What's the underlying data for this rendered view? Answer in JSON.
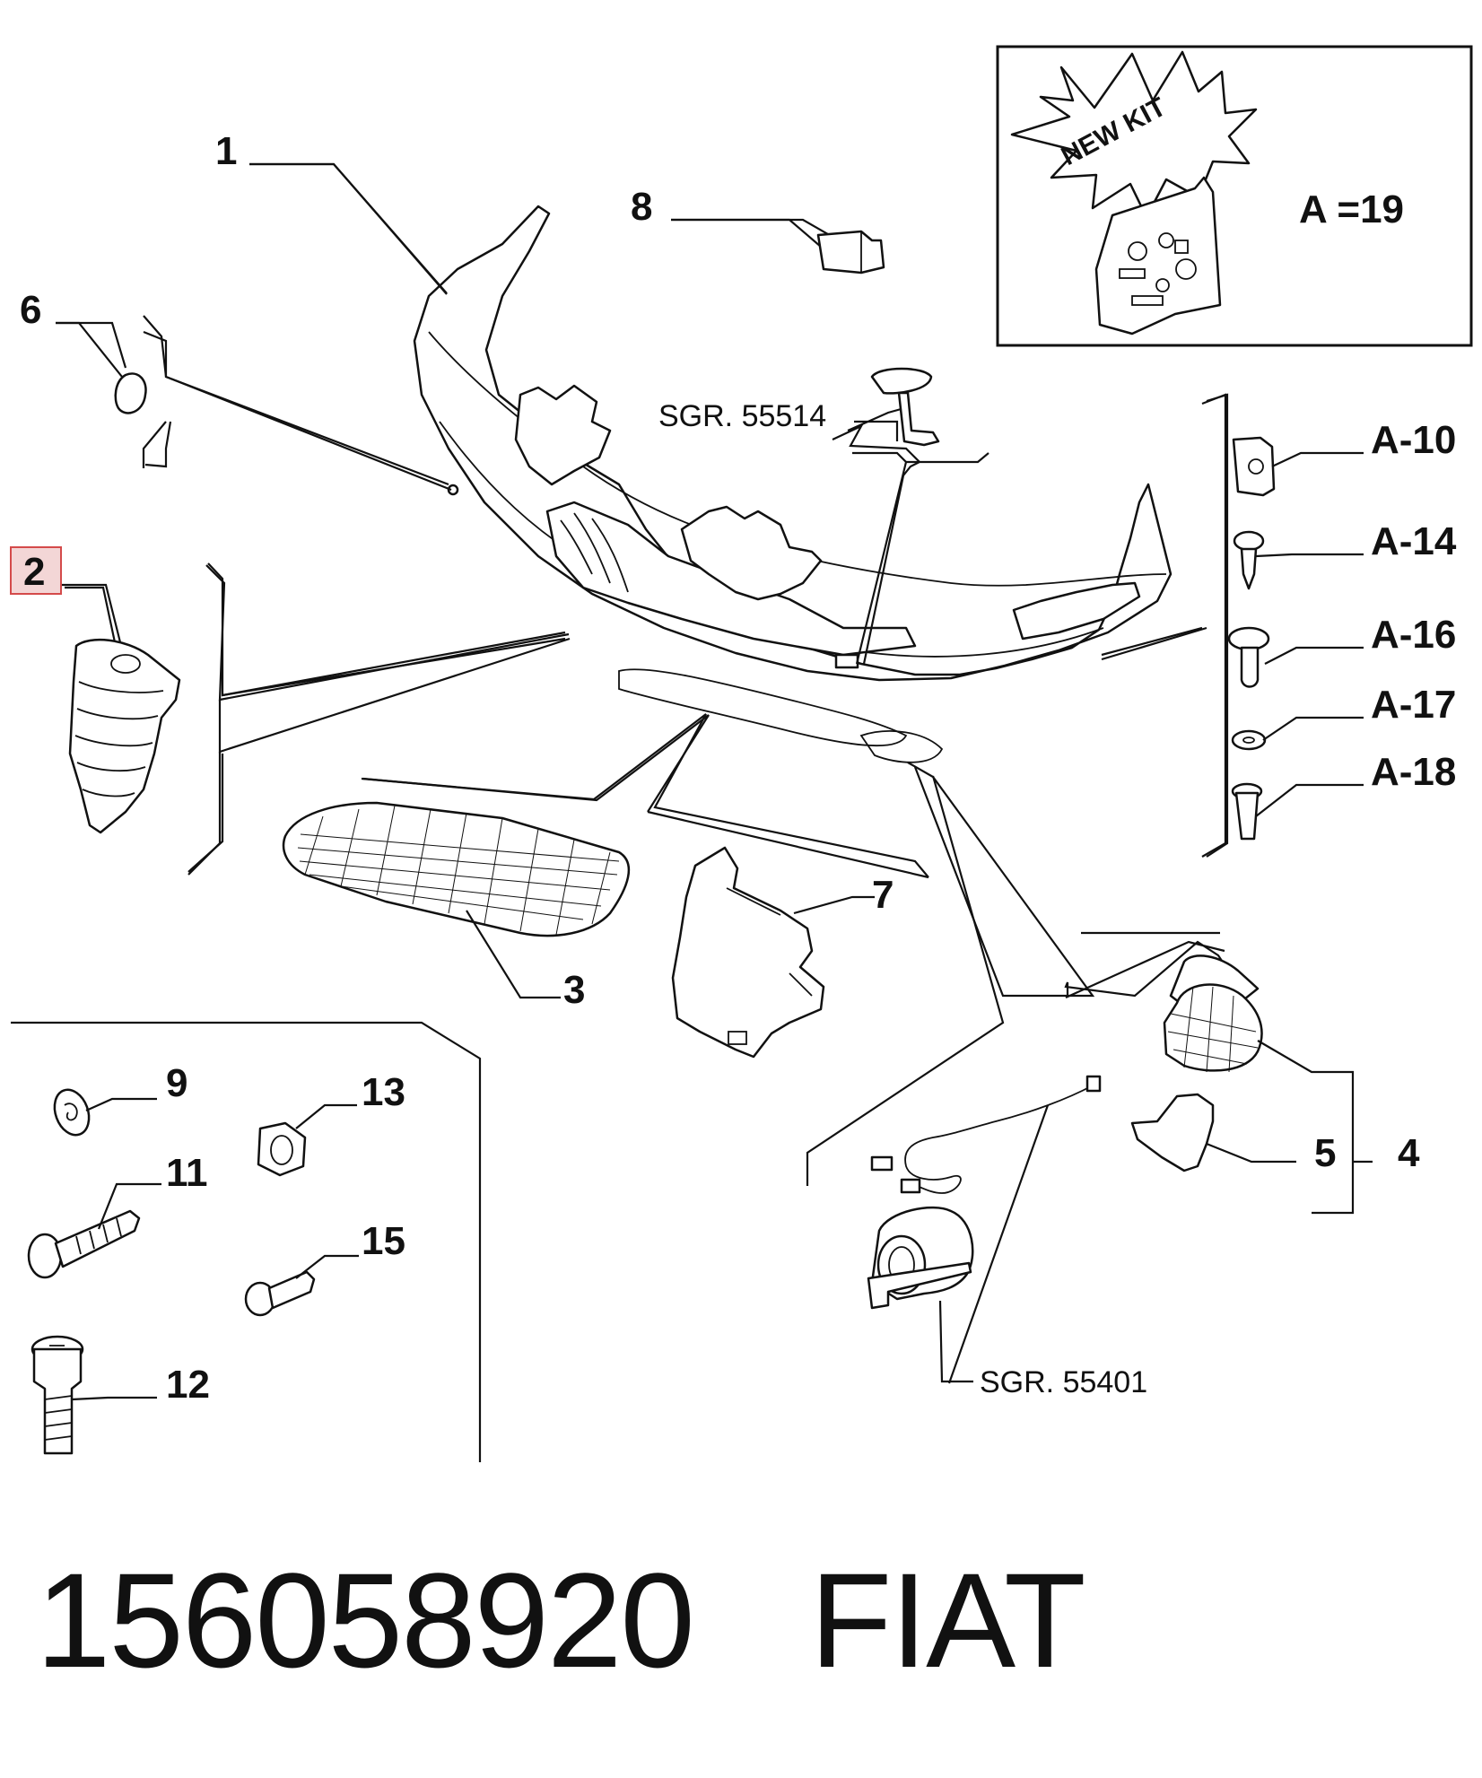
{
  "callouts": {
    "c1": "1",
    "c2": "2",
    "c3": "3",
    "c4": "4",
    "c5": "5",
    "c6": "6",
    "c7": "7",
    "c8": "8",
    "c9": "9",
    "c11": "11",
    "c12": "12",
    "c13": "13",
    "c15": "15",
    "a10": "A-10",
    "a14": "A-14",
    "a16": "A-16",
    "a17": "A-17",
    "a18": "A-18"
  },
  "references": {
    "sgr_top": "SGR. 55514",
    "sgr_bottom": "SGR. 55401"
  },
  "kit_box": {
    "badge": "NEW KIT",
    "label": "A =19"
  },
  "highlighted_callout": "2",
  "footer": {
    "part_number": "156058920",
    "brand": "FIAT"
  },
  "colors": {
    "highlight_fill": "#f3d6d6",
    "highlight_border": "#d44a4a",
    "line": "#111111"
  }
}
